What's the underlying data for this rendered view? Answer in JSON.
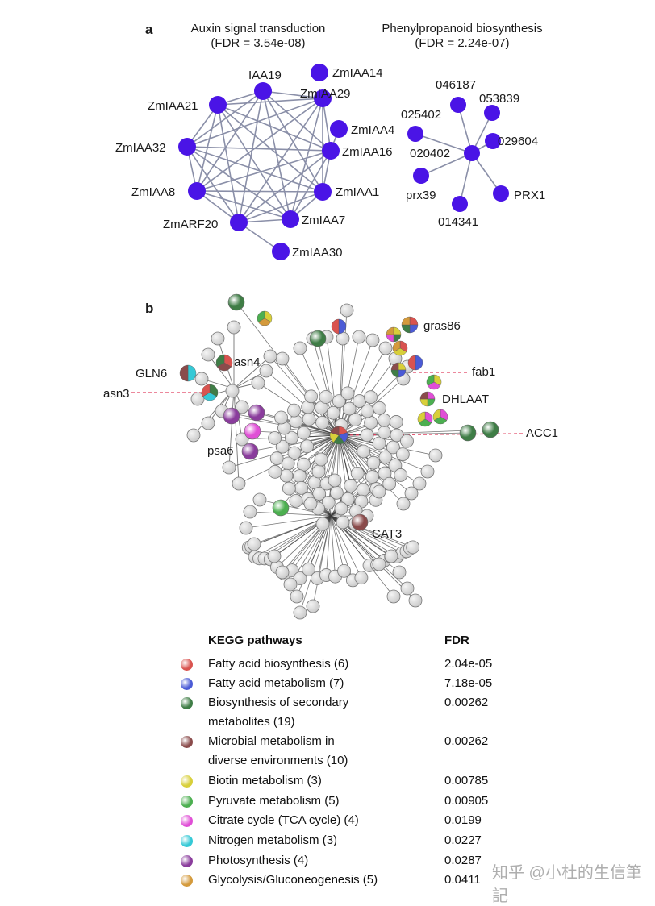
{
  "panel_a": {
    "label": "a",
    "left": {
      "title": "Auxin signal transduction",
      "fdr": "(FDR = 3.54e-08)"
    },
    "right": {
      "title": "Phenylpropanoid biosynthesis",
      "fdr": "(FDR = 2.24e-07)"
    },
    "auxin_nodes": [
      "IAA19",
      "ZmIAA29",
      "ZmIAA16",
      "ZmIAA1",
      "ZmIAA7",
      "ZmARF20",
      "ZmIAA8",
      "ZmIAA32",
      "ZmIAA21",
      "ZmIAA14",
      "ZmIAA4",
      "ZmIAA30"
    ],
    "phenyl_nodes": [
      "020402",
      "046187",
      "053839",
      "029604",
      "PRX1",
      "014341",
      "prx39",
      "025402"
    ]
  },
  "panel_b": {
    "label": "b",
    "labels": [
      "gras86",
      "fab1",
      "DHLAAT",
      "ACC1",
      "GLN6",
      "asn4",
      "asn3",
      "psa6",
      "CAT3"
    ]
  },
  "legend": {
    "header_pathways": "KEGG pathways",
    "header_fdr": "FDR",
    "rows": [
      {
        "line1": "Fatty acid biosynthesis (6)",
        "line2": "",
        "fdr": "2.04e-05",
        "color": "#d9534f"
      },
      {
        "line1": "Fatty acid metabolism (7)",
        "line2": "",
        "fdr": "7.18e-05",
        "color": "#4b5bd6"
      },
      {
        "line1": "Biosynthesis of secondary",
        "line2": "metabolites (19)",
        "fdr": "0.00262",
        "color": "#3f7d46"
      },
      {
        "line1": "Microbial metabolism in",
        "line2": "diverse environments (10)",
        "fdr": "0.00262",
        "color": "#8a4b4b"
      },
      {
        "line1": "Biotin metabolism (3)",
        "line2": "",
        "fdr": "0.00785",
        "color": "#d8cf3a"
      },
      {
        "line1": "Pyruvate metabolism (5)",
        "line2": "",
        "fdr": "0.00905",
        "color": "#4caf50"
      },
      {
        "line1": "Citrate cycle (TCA cycle) (4)",
        "line2": "",
        "fdr": "0.0199",
        "color": "#e04fd6"
      },
      {
        "line1": "Nitrogen metabolism (3)",
        "line2": "",
        "fdr": "0.0227",
        "color": "#35c9d6"
      },
      {
        "line1": "Photosynthesis (4)",
        "line2": "",
        "fdr": "0.0287",
        "color": "#8a3c9c"
      },
      {
        "line1": "Glycolysis/Gluconeogenesis (5)",
        "line2": "",
        "fdr": "0.0411",
        "color": "#d49a3c"
      }
    ]
  },
  "watermark": "知乎 @小杜的生信筆記",
  "colors": {
    "node_blue": "#4a14e6",
    "node_grey": "#c8c8c8",
    "edge": "#8a8fa8",
    "dashed": "#e04060"
  }
}
